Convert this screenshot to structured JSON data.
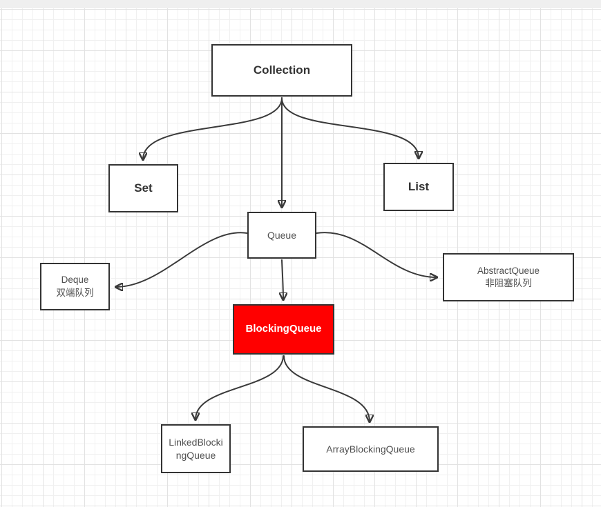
{
  "canvas": {
    "background_color": "#ffffff",
    "grid_minor_color": "#f0f0f0",
    "grid_major_color": "#e2e2e2",
    "top_strip_color": "#efefef",
    "edge_color": "#3a3a3a",
    "node_border_color": "#333333",
    "highlight_color": "#ff0000"
  },
  "diagram": {
    "type": "flowchart",
    "nodes": {
      "collection": {
        "label": "Collection"
      },
      "set": {
        "label": "Set"
      },
      "list": {
        "label": "List"
      },
      "queue": {
        "label": "Queue"
      },
      "deque": {
        "label": "Deque\n双端队列"
      },
      "abstractqueue": {
        "label": "AbstractQueue\n非阻塞队列"
      },
      "blockingqueue": {
        "label": "BlockingQueue"
      },
      "linkedblockingqueue": {
        "label": "LinkedBlocki\nngQueue"
      },
      "arrayblockingqueue": {
        "label": "ArrayBlockingQueue"
      }
    },
    "edges": [
      {
        "from": "Collection",
        "to": "Set"
      },
      {
        "from": "Collection",
        "to": "Queue"
      },
      {
        "from": "Collection",
        "to": "List"
      },
      {
        "from": "Queue",
        "to": "Deque 双端队列"
      },
      {
        "from": "Queue",
        "to": "BlockingQueue"
      },
      {
        "from": "Queue",
        "to": "AbstractQueue 非阻塞队列"
      },
      {
        "from": "BlockingQueue",
        "to": "LinkedBlockingQueue"
      },
      {
        "from": "BlockingQueue",
        "to": "ArrayBlockingQueue"
      }
    ]
  }
}
